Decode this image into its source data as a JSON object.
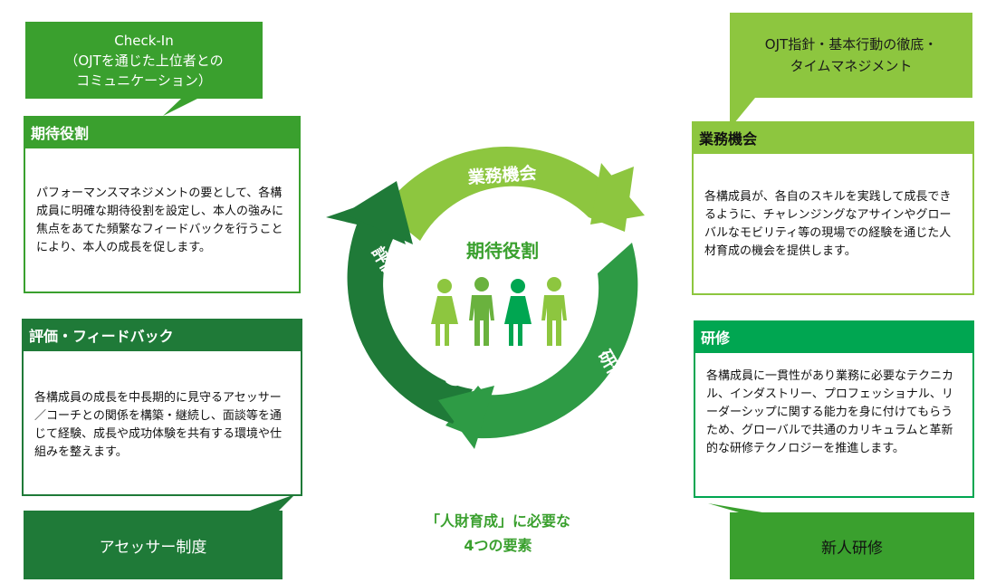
{
  "colors": {
    "light_green": "#8dc63f",
    "mid_green": "#3aa02e",
    "bright_green": "#00a651",
    "dark_green": "#1f7a38",
    "arrow_green": "#2e9b45"
  },
  "cycle": {
    "top_label": "業務機会",
    "left_label": "評価・フィードバック",
    "right_label": "研修",
    "center_label": "期待役割",
    "people_icon": "people-icon"
  },
  "caption": {
    "line1": "「人財育成」に必要な",
    "line2": "4つの要素"
  },
  "bubble_left": {
    "line1": "Check-In",
    "line2": "（OJTを通じた上位者との",
    "line3": "コミュニケーション）"
  },
  "bubble_right": {
    "line1": "OJT指針・基本行動の徹底・",
    "line2": "タイムマネジメント"
  },
  "card_expectation": {
    "title": "期待役割",
    "body": "パフォーマンスマネジメントの要として、各構成員に明確な期待役割を設定し、本人の強みに焦点をあてた頻繁なフィードバックを行うことにより、本人の成長を促します。"
  },
  "card_feedback": {
    "title": "評価・フィードバック",
    "body": "各構成員の成長を中長期的に見守るアセッサー／コーチとの関係を構築・継続し、面談等を通じて経験、成長や成功体験を共有する環境や仕組みを整えます。"
  },
  "card_business": {
    "title": "業務機会",
    "body": "各構成員が、各自のスキルを実践して成長できるように、チャレンジングなアサインやグローバルなモビリティ等の現場での経験を通じた人材育成の機会を提供します。"
  },
  "card_training": {
    "title": "研修",
    "body": "各構成員に一貫性があり業務に必要なテクニカル、インダストリー、プロフェッショナル、リーダーシップに関する能力を身に付けてもらうため、グローバルで共通のカリキュラムと革新的な研修テクノロジーを推進します。"
  },
  "box_assessor": {
    "label": "アセッサー制度"
  },
  "box_newhire": {
    "label": "新人研修"
  }
}
